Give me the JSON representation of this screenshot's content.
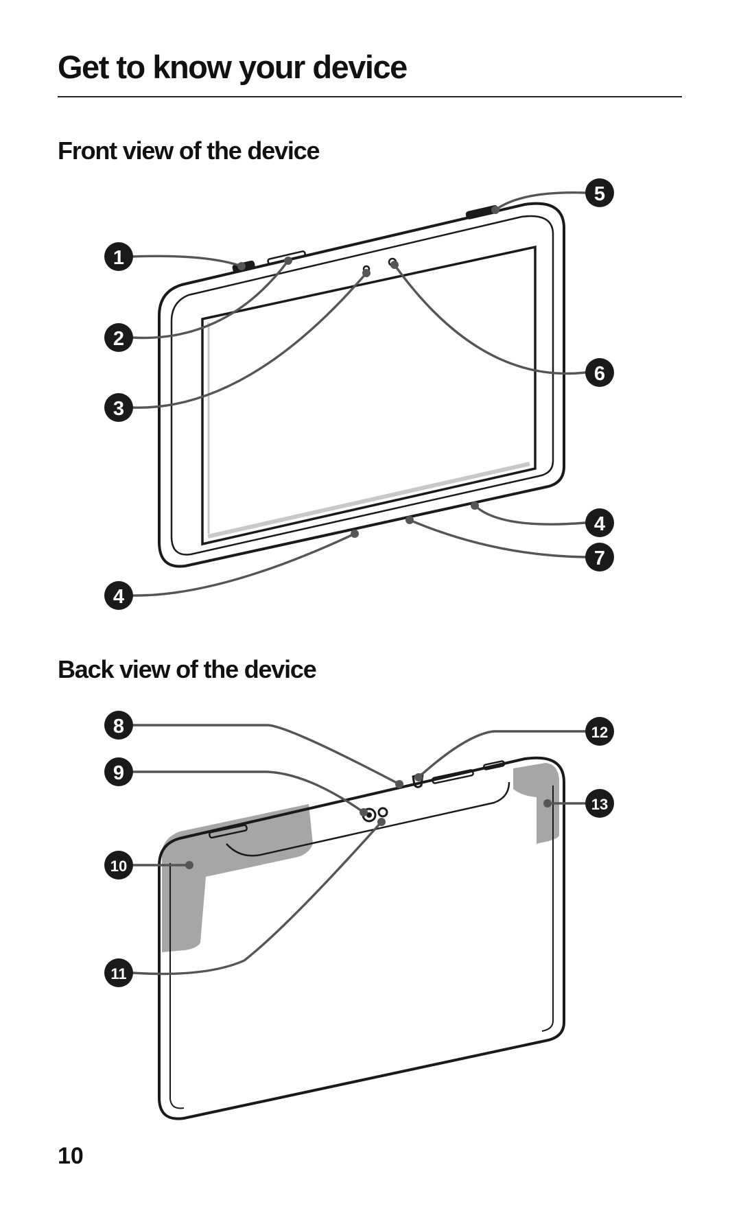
{
  "page": {
    "title": "Get to know your device",
    "page_number": "10"
  },
  "front_view": {
    "heading": "Front view of the device",
    "callouts": [
      "1",
      "2",
      "3",
      "4",
      "5",
      "6",
      "4",
      "7"
    ]
  },
  "back_view": {
    "heading": "Back view of the device",
    "callouts": [
      "8",
      "9",
      "10",
      "11",
      "12",
      "13"
    ]
  }
}
